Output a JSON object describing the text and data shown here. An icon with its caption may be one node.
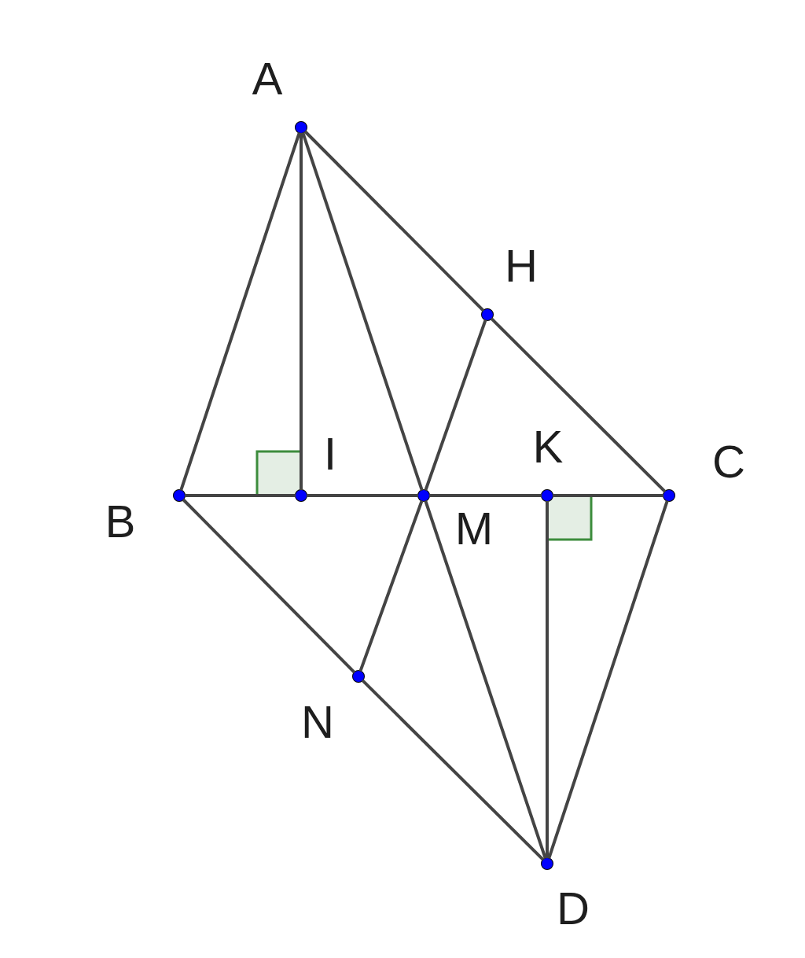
{
  "diagram": {
    "nodes": [
      {
        "text": [],
        "shape": "circle",
        "beside": [
          "A"
        ]
      },
      {
        "text": [],
        "shape": "circle",
        "beside": [
          "H"
        ]
      },
      {
        "text": [],
        "shape": "circle",
        "beside": [
          "B"
        ]
      },
      {
        "text": [],
        "shape": "circle",
        "beside": [
          "I"
        ]
      },
      {
        "text": [],
        "shape": "circle",
        "beside": [
          "M"
        ]
      },
      {
        "text": [],
        "shape": "circle",
        "beside": [
          "K"
        ]
      },
      {
        "text": [],
        "shape": "circle",
        "beside": [
          "C"
        ]
      },
      {
        "text": [],
        "shape": "circle",
        "beside": [
          "N"
        ]
      },
      {
        "text": [],
        "shape": "circle",
        "beside": [
          "D"
        ]
      }
    ],
    "edges": [
      {
        "from": 0,
        "to": 2,
        "arrow": "none"
      },
      {
        "from": 0,
        "to": 3,
        "arrow": "none"
      },
      {
        "from": 0,
        "to": 4,
        "arrow": "none"
      },
      {
        "from": 0,
        "to": 1,
        "arrow": "none"
      },
      {
        "from": 1,
        "to": 6,
        "arrow": "none"
      },
      {
        "from": 2,
        "to": 3,
        "arrow": "none"
      },
      {
        "from": 3,
        "to": 4,
        "arrow": "none"
      },
      {
        "from": 4,
        "to": 5,
        "arrow": "none"
      },
      {
        "from": 5,
        "to": 6,
        "arrow": "none"
      },
      {
        "from": 1,
        "to": 4,
        "arrow": "none"
      },
      {
        "from": 4,
        "to": 7,
        "arrow": "none"
      },
      {
        "from": 2,
        "to": 7,
        "arrow": "none"
      },
      {
        "from": 7,
        "to": 8,
        "arrow": "none"
      },
      {
        "from": 4,
        "to": 8,
        "arrow": "none"
      },
      {
        "from": 5,
        "to": 8,
        "arrow": "none"
      },
      {
        "from": 6,
        "to": 8,
        "arrow": "none"
      }
    ]
  }
}
